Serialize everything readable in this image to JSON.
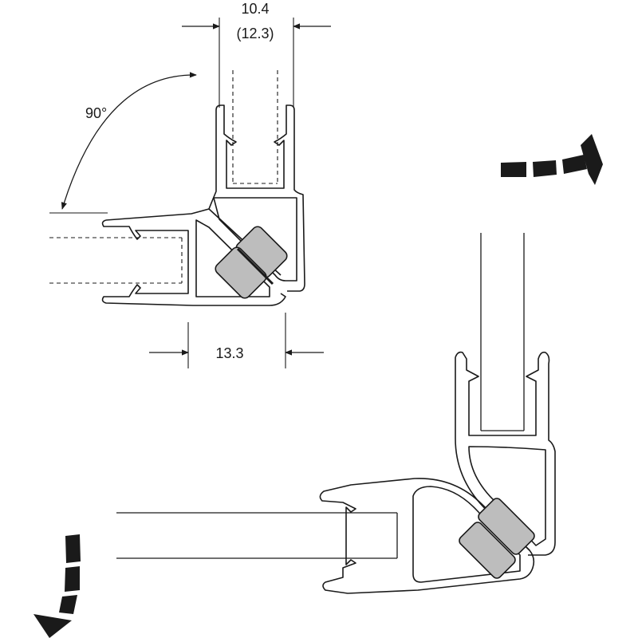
{
  "dimensions": {
    "top_width": "10.4",
    "top_width_alt": "(12.3)",
    "angle": "90°",
    "bottom_width": "13.3"
  },
  "colors": {
    "stroke": "#1a1a1a",
    "magnet_fill": "#bdbdbd",
    "arrow_fill": "#1a1a1a",
    "background": "#ffffff"
  },
  "icons": {
    "rotate_right": "curved-arrow-right-icon",
    "rotate_down": "curved-arrow-down-icon"
  }
}
